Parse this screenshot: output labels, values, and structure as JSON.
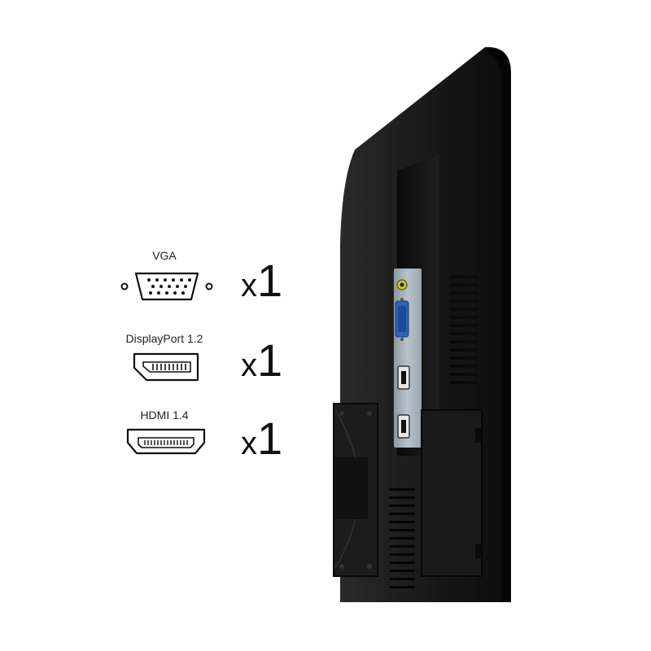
{
  "ports": [
    {
      "name": "VGA",
      "count_prefix": "x",
      "count_value": "1",
      "icon": "vga-port-icon"
    },
    {
      "name": "DisplayPort 1.2",
      "count_prefix": "x",
      "count_value": "1",
      "icon": "displayport-icon"
    },
    {
      "name": "HDMI 1.4",
      "count_prefix": "x",
      "count_value": "1",
      "icon": "hdmi-port-icon"
    }
  ],
  "colors": {
    "background": "#ffffff",
    "monitor_body": "#1b1b1b",
    "io_panel": "#a9b4bd",
    "vga_blue": "#2f62b8",
    "audio_yellow": "#c8c53a"
  }
}
